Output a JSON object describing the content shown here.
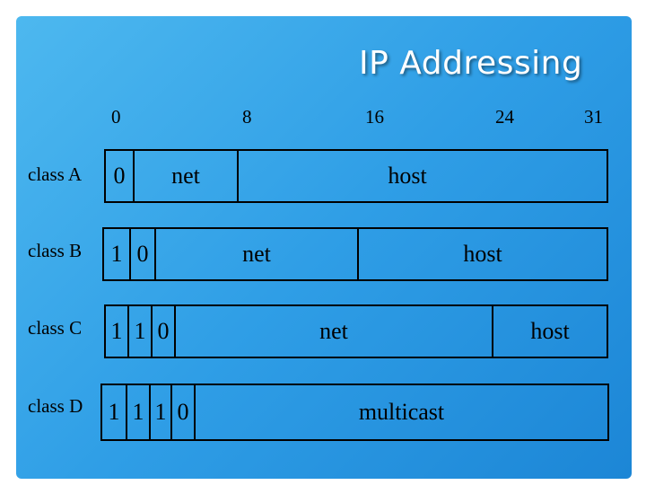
{
  "title": "IP Addressing",
  "bit_positions": [
    "0",
    "8",
    "16",
    "24",
    "31"
  ],
  "classes": [
    {
      "label": "class A",
      "cells": [
        "0",
        "net",
        "host"
      ]
    },
    {
      "label": "class B",
      "cells": [
        "1",
        "0",
        "net",
        "host"
      ]
    },
    {
      "label": "class C",
      "cells": [
        "1",
        "1",
        "0",
        "net",
        "host"
      ]
    },
    {
      "label": "class D",
      "cells": [
        "1",
        "1",
        "1",
        "0",
        "multicast"
      ]
    }
  ]
}
